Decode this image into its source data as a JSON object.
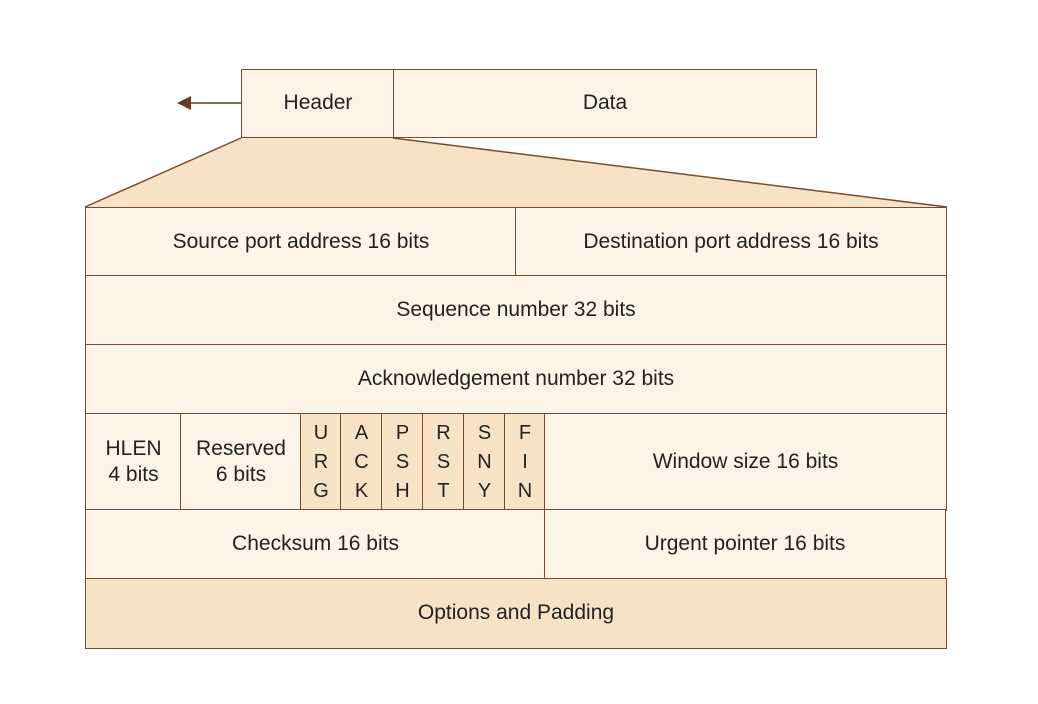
{
  "segment": {
    "header": "Header",
    "data": "Data"
  },
  "fields": {
    "source_port": "Source port address 16 bits",
    "destination_port": "Destination port address 16 bits",
    "sequence": "Sequence number 32 bits",
    "acknowledgement": "Acknowledgement number 32 bits",
    "hlen": [
      "HLEN",
      "4 bits"
    ],
    "reserved": [
      "Reserved",
      "6 bits"
    ],
    "flags": [
      [
        "U",
        "R",
        "G"
      ],
      [
        "A",
        "C",
        "K"
      ],
      [
        "P",
        "S",
        "H"
      ],
      [
        "R",
        "S",
        "T"
      ],
      [
        "S",
        "N",
        "Y"
      ],
      [
        "F",
        "I",
        "N"
      ]
    ],
    "window_size": "Window size 16 bits",
    "checksum": "Checksum 16 bits",
    "urgent_pointer": "Urgent pointer 16 bits",
    "options": "Options and Padding"
  },
  "colors": {
    "border": "#7a4a2e",
    "fill": "#fdf3e7",
    "fill_dark": "#f8e2c6",
    "arrow": "#6b3a1f"
  }
}
